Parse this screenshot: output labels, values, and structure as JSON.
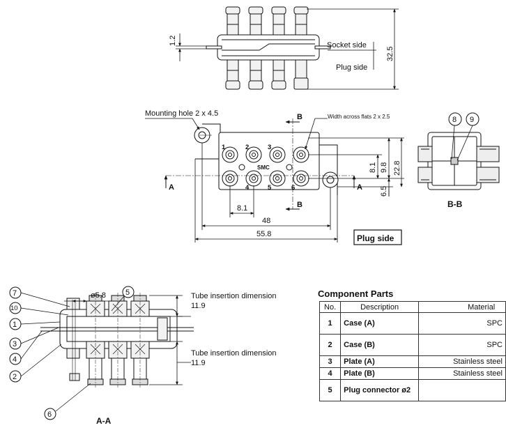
{
  "top_view": {
    "dim_thickness": "1.2",
    "dim_height": "32.5",
    "socket_side": "Socket side",
    "plug_side": "Plug side"
  },
  "plan_view": {
    "mounting_hole": "Mounting hole 2 x 4.5",
    "width_across_flats": "Width across flats 2 x 2.5",
    "section_mark": "B",
    "section_mark_a": "A",
    "port_numbers": [
      "1",
      "2",
      "3",
      "4",
      "5",
      "6"
    ],
    "dims": {
      "d81_v": "8.1",
      "d98": "9.8",
      "d228": "22.8",
      "d65": "6.5",
      "d81_h": "8.1",
      "d48": "48",
      "d558": "55.8"
    },
    "brand_mark": "SMC",
    "view_label": "Plug side"
  },
  "bb_view": {
    "balloons": [
      "8",
      "9"
    ],
    "caption": "B-B"
  },
  "aa_view": {
    "balloons_left": [
      "7",
      "10",
      "1",
      "3",
      "4",
      "2"
    ],
    "balloon_top": "5",
    "balloon_bottom": "6",
    "dia": "ø5.8",
    "tube_insertion_label": "Tube insertion dimension",
    "tube_insertion_value": "11.9",
    "caption": "A-A"
  },
  "component_parts": {
    "title": "Component Parts",
    "headers": [
      "No.",
      "Description",
      "Material"
    ],
    "rows": [
      {
        "no": "1",
        "description": "Case (A)",
        "material": "SPC"
      },
      {
        "no": "2",
        "description": "Case (B)",
        "material": "SPC"
      },
      {
        "no": "3",
        "description": "Plate (A)",
        "material": "Stainless steel"
      },
      {
        "no": "4",
        "description": "Plate (B)",
        "material": "Stainless steel"
      },
      {
        "no": "5",
        "description": "Plug connector ø2",
        "material": ""
      }
    ]
  }
}
